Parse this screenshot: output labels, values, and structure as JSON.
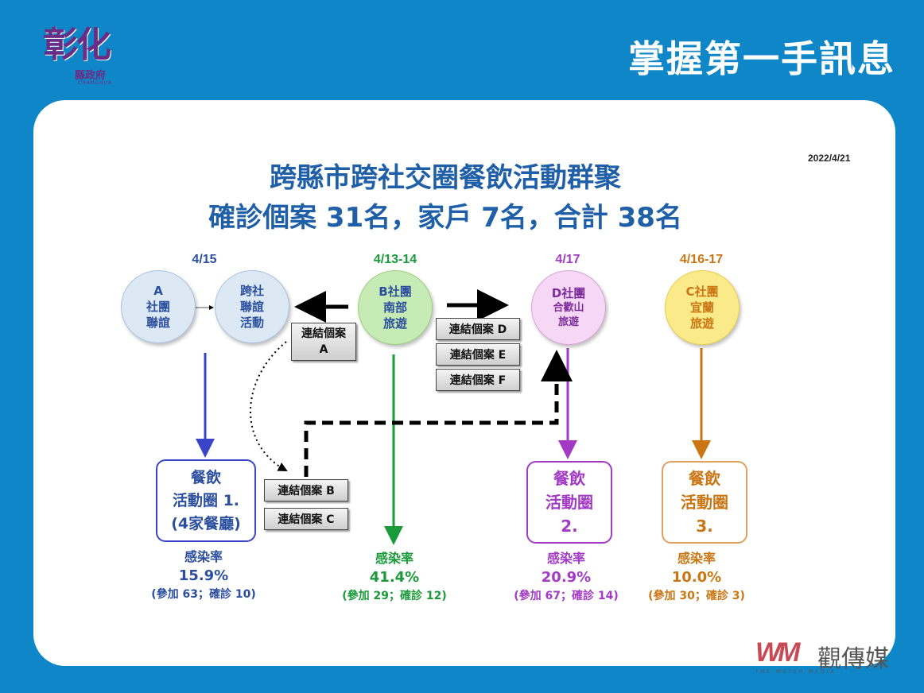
{
  "header": {
    "logo_text": "彰化",
    "logo_sub": "縣政府",
    "logo_latin": "CHANGHUA",
    "title": "掌握第一手訊息"
  },
  "diagram": {
    "date": "2022/4/21",
    "headline1": "跨縣市跨社交圈餐飲活動群聚",
    "headline2": "確診個案 31名，家戶 7名，合計 38名",
    "date_labels": {
      "a": "4/15",
      "b": "4/13-14",
      "d": "4/17",
      "c": "4/16-17"
    },
    "nodes": {
      "a": "A\n社團\n聯誼",
      "cross": "跨社\n聯誼\n活動",
      "b": "B社團\n南部\n旅遊",
      "d_name": "D社團",
      "d_sub": "合歡山\n旅遊",
      "c": "C社團\n宜蘭\n旅遊"
    },
    "tags": {
      "link_a_1": "連結個案",
      "link_a_2": "A",
      "link_d": "連結個案 D",
      "link_e": "連結個案 E",
      "link_f": "連結個案 F",
      "link_b": "連結個案 B",
      "link_c": "連結個案 C"
    },
    "circles": {
      "c1": "餐飲\n活動圈 1.\n(4家餐廳)",
      "c2": "餐飲\n活動圈\n2.",
      "c3": "餐飲\n活動圈\n3."
    },
    "stats": [
      {
        "label": "感染率",
        "rate": "15.9%",
        "detail": "(參加 63；確診 10)"
      },
      {
        "label": "感染率",
        "rate": "41.4%",
        "detail": "(參加 29；確診 12)"
      },
      {
        "label": "感染率",
        "rate": "20.9%",
        "detail": "(參加 67；確診 14)"
      },
      {
        "label": "感染率",
        "rate": "10.0%",
        "detail": "(參加 30；確診 3)"
      }
    ],
    "colors": {
      "blue": "#2b4f9e",
      "green": "#1a9a3a",
      "purple": "#a23ac4",
      "orange": "#c97613"
    }
  },
  "watermark": {
    "mark": "WM",
    "name": "觀傳媒",
    "small": "THE WATCH MEDIA"
  }
}
